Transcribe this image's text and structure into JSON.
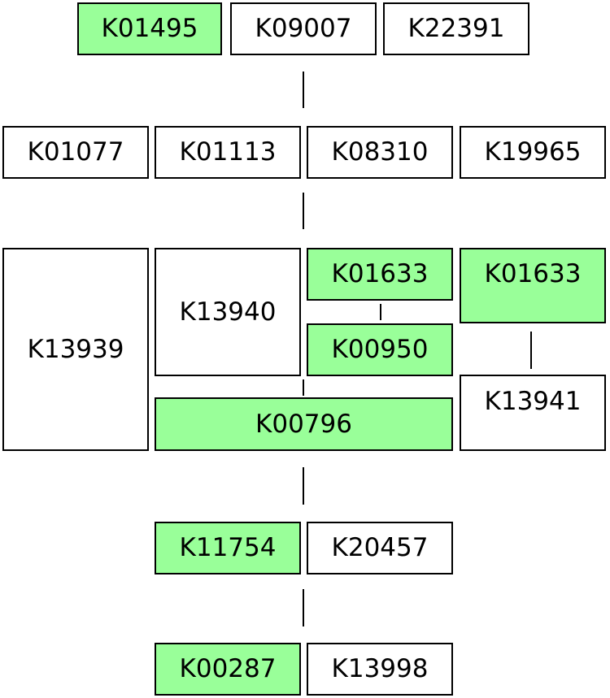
{
  "colors": {
    "highlight": "#99ff99",
    "plain": "#ffffff",
    "border": "#000000"
  },
  "rows": {
    "r1": [
      {
        "label": "K01495",
        "highlighted": true
      },
      {
        "label": "K09007",
        "highlighted": false
      },
      {
        "label": "K22391",
        "highlighted": false
      }
    ],
    "r2": [
      {
        "label": "K01077",
        "highlighted": false
      },
      {
        "label": "K01113",
        "highlighted": false
      },
      {
        "label": "K08310",
        "highlighted": false
      },
      {
        "label": "K19965",
        "highlighted": false
      }
    ],
    "r3": [
      {
        "label": "K13939",
        "highlighted": false
      },
      {
        "label": "K13940",
        "highlighted": false
      },
      {
        "label": "K01633",
        "highlighted": true
      },
      {
        "label": "K00950",
        "highlighted": true
      },
      {
        "label": "K01633",
        "highlighted": true
      },
      {
        "label": "K13941",
        "highlighted": false
      },
      {
        "label": "K00796",
        "highlighted": true
      }
    ],
    "r4": [
      {
        "label": "K11754",
        "highlighted": true
      },
      {
        "label": "K20457",
        "highlighted": false
      }
    ],
    "r5": [
      {
        "label": "K00287",
        "highlighted": true
      },
      {
        "label": "K13998",
        "highlighted": false
      }
    ]
  }
}
